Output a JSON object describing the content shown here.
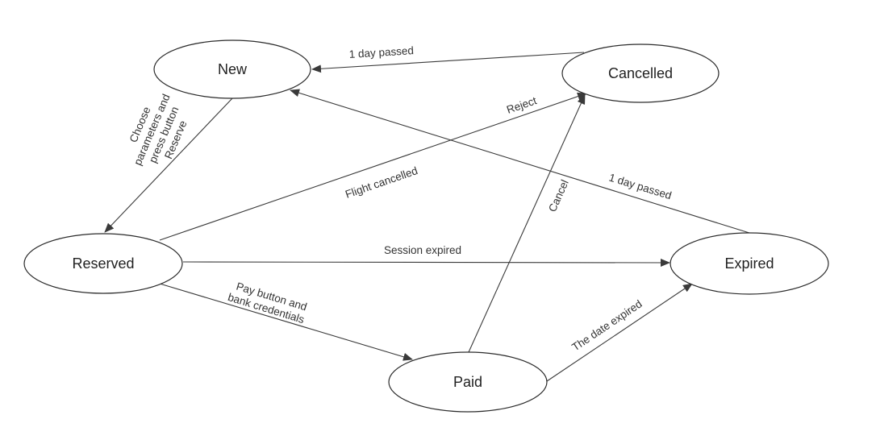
{
  "states": {
    "new": "New",
    "cancelled": "Cancelled",
    "reserved": "Reserved",
    "expired": "Expired",
    "paid": "Paid"
  },
  "transitions": {
    "cancelled_to_new": "1 day passed",
    "new_to_reserved": [
      "Choose",
      "parameters and",
      "press button",
      "Reserve"
    ],
    "reserved_to_cancelled_reject": "Reject",
    "reserved_to_cancelled_flight": "Flight cancelled",
    "paid_to_cancelled": "Cancel",
    "expired_to_new": "1 day passed",
    "reserved_to_expired": "Session expired",
    "reserved_to_paid": [
      "Pay button and",
      "bank credentials"
    ],
    "paid_to_expired": "The date expired"
  },
  "colors": {
    "stroke": "#2b2b2b",
    "text": "#222222",
    "background": "#ffffff"
  }
}
